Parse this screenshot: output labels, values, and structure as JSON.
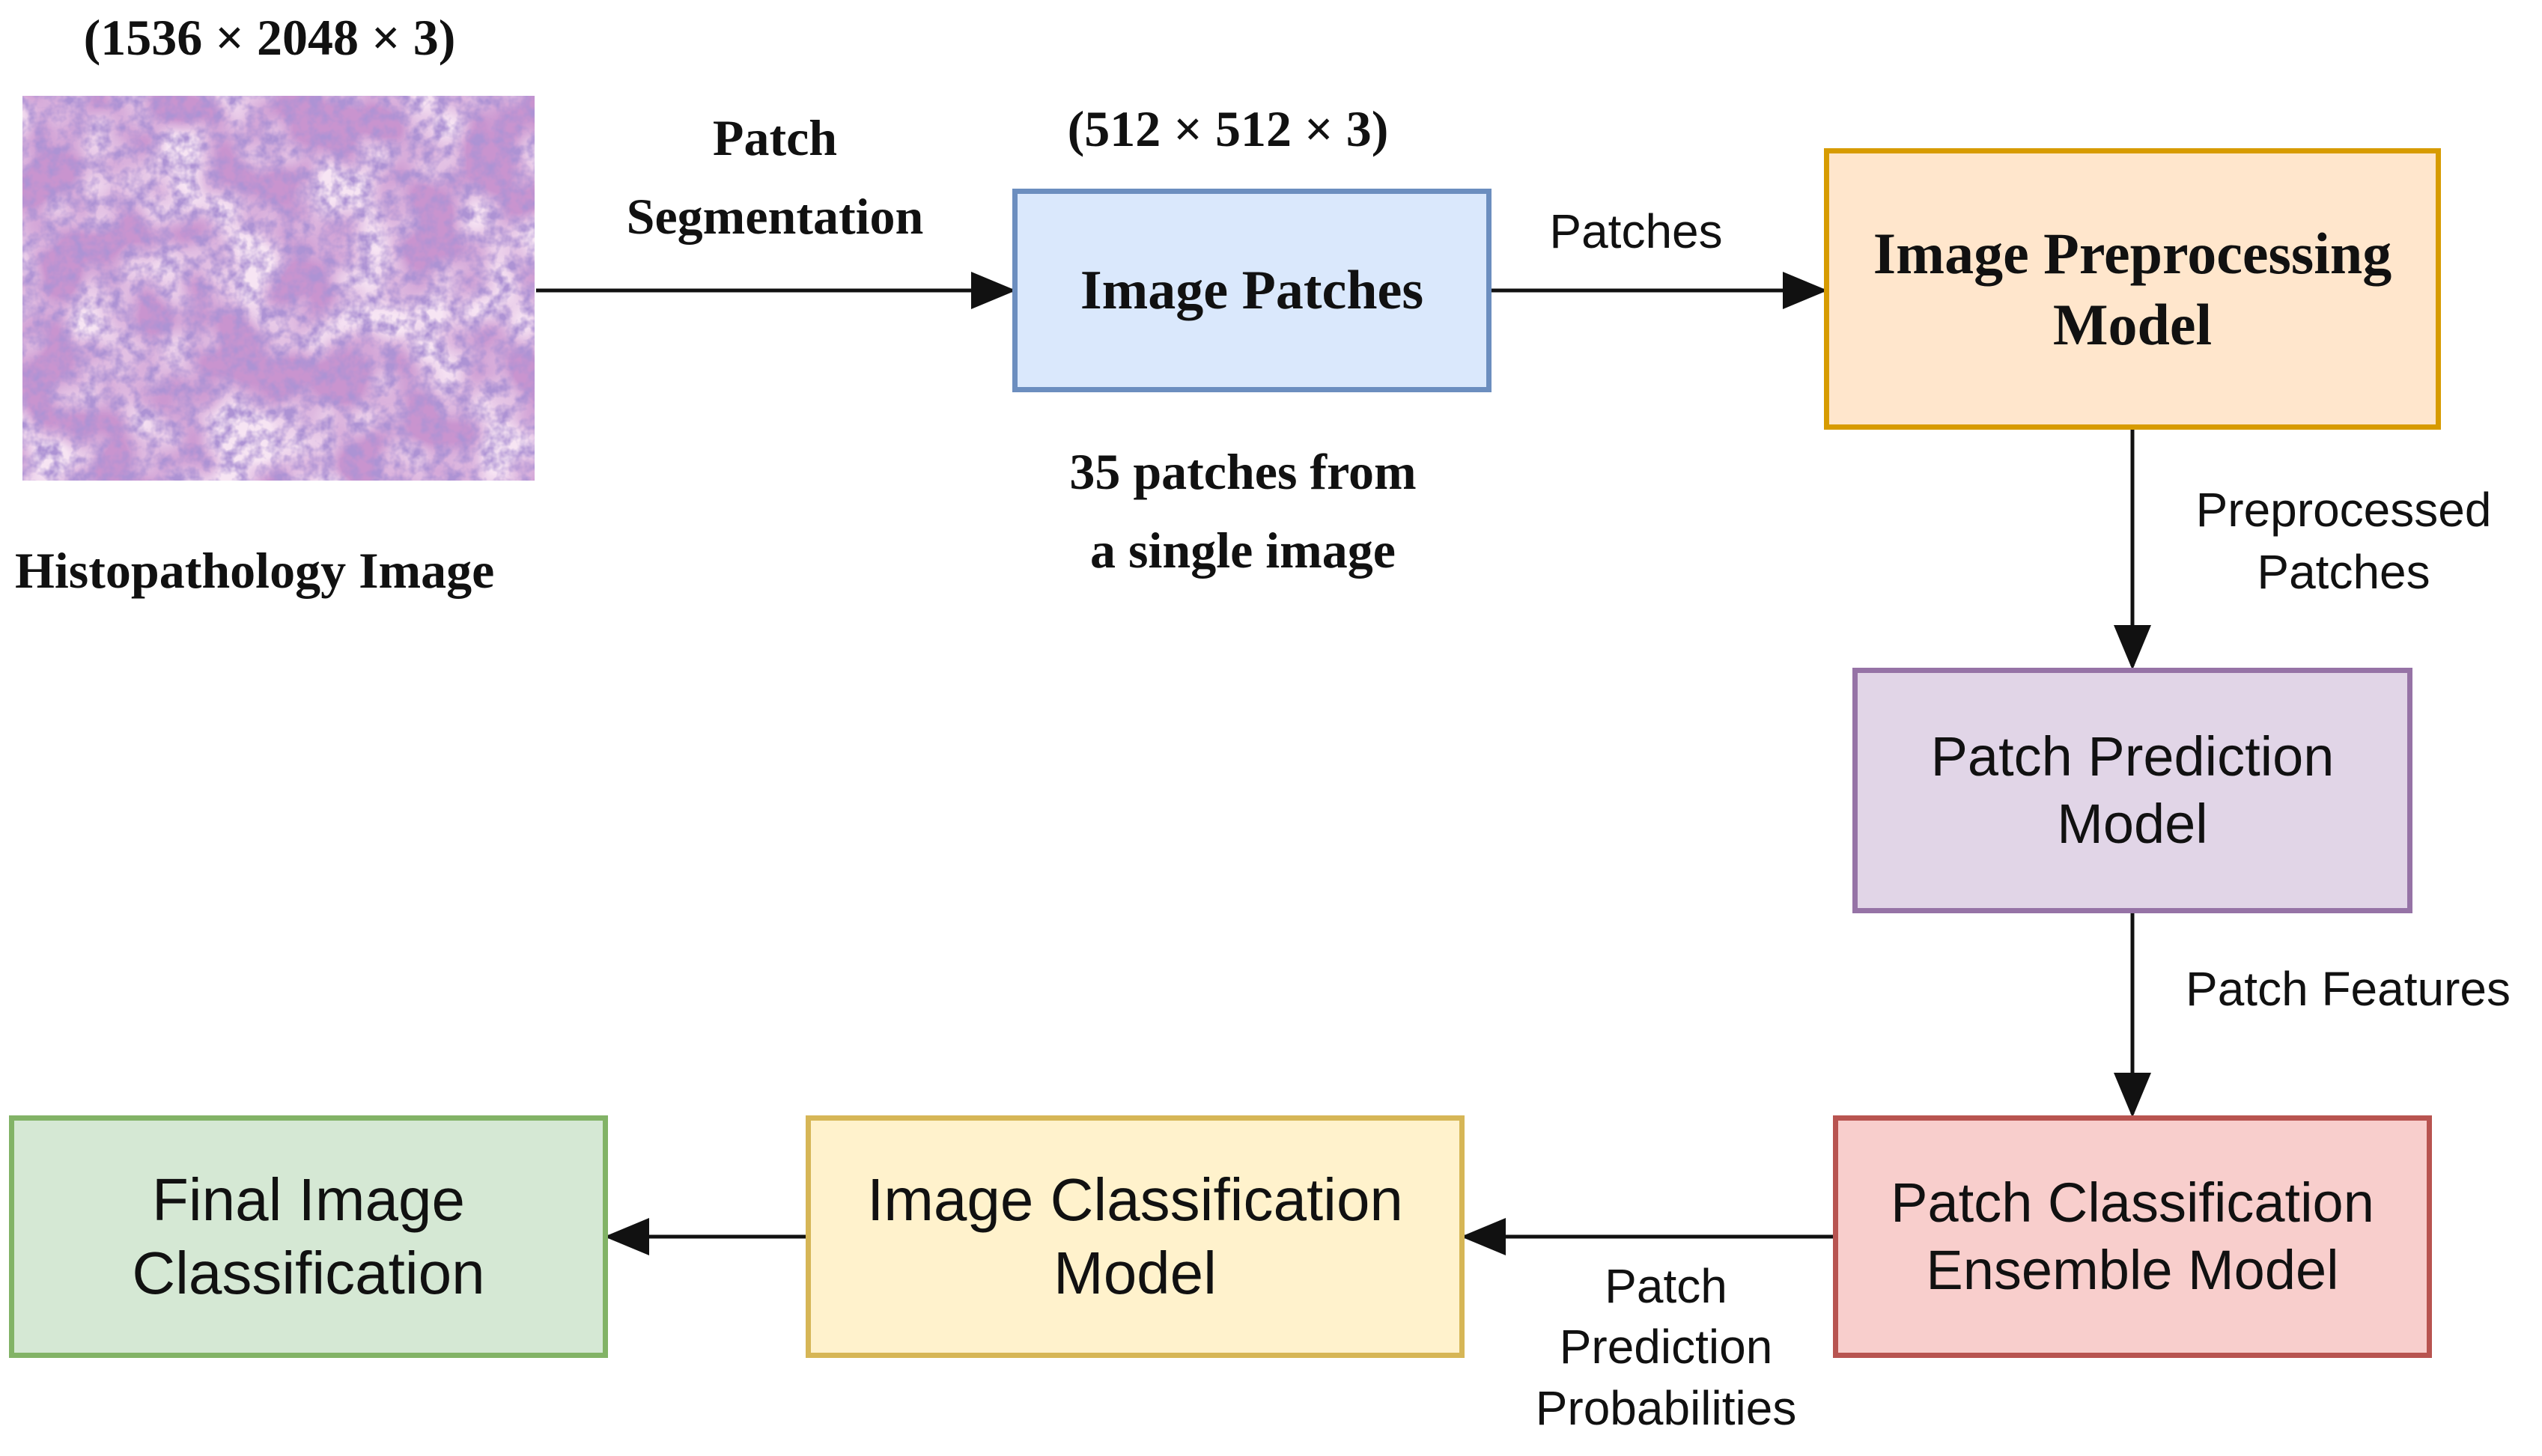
{
  "input": {
    "dims": "(1536 × 2048 × 3)",
    "caption": "Histopathology Image"
  },
  "edges": {
    "segmentation_label": "Patch\nSegmentation",
    "patches_label": "Patches",
    "preprocessed_label": "Preprocessed\nPatches",
    "features_label": "Patch Features",
    "probabilities_label": "Patch\nPrediction\nProbabilities"
  },
  "patches": {
    "dims": "(512 × 512 × 3)",
    "box_label": "Image Patches",
    "note": "35 patches from\na single image"
  },
  "nodes": {
    "preprocessing": "Image Preprocessing\nModel",
    "prediction": "Patch Prediction\nModel",
    "ensemble": "Patch Classification\nEnsemble Model",
    "image_classification": "Image Classification\nModel",
    "final": "Final Image\nClassification"
  },
  "colors": {
    "patches_fill": "#dae8fc",
    "patches_border": "#6c8ebf",
    "preprocessing_fill": "#ffe6cc",
    "preprocessing_border": "#d79b00",
    "prediction_fill": "#e1d5e7",
    "prediction_border": "#9673a6",
    "ensemble_fill": "#f8cecc",
    "ensemble_border": "#b85450",
    "image_classification_fill": "#fff2cc",
    "image_classification_border": "#d6b656",
    "final_fill": "#d5e8d4",
    "final_border": "#82b366",
    "tissue_base": "#d9a8d8",
    "tissue_nuclei": "#6a4aa8"
  }
}
